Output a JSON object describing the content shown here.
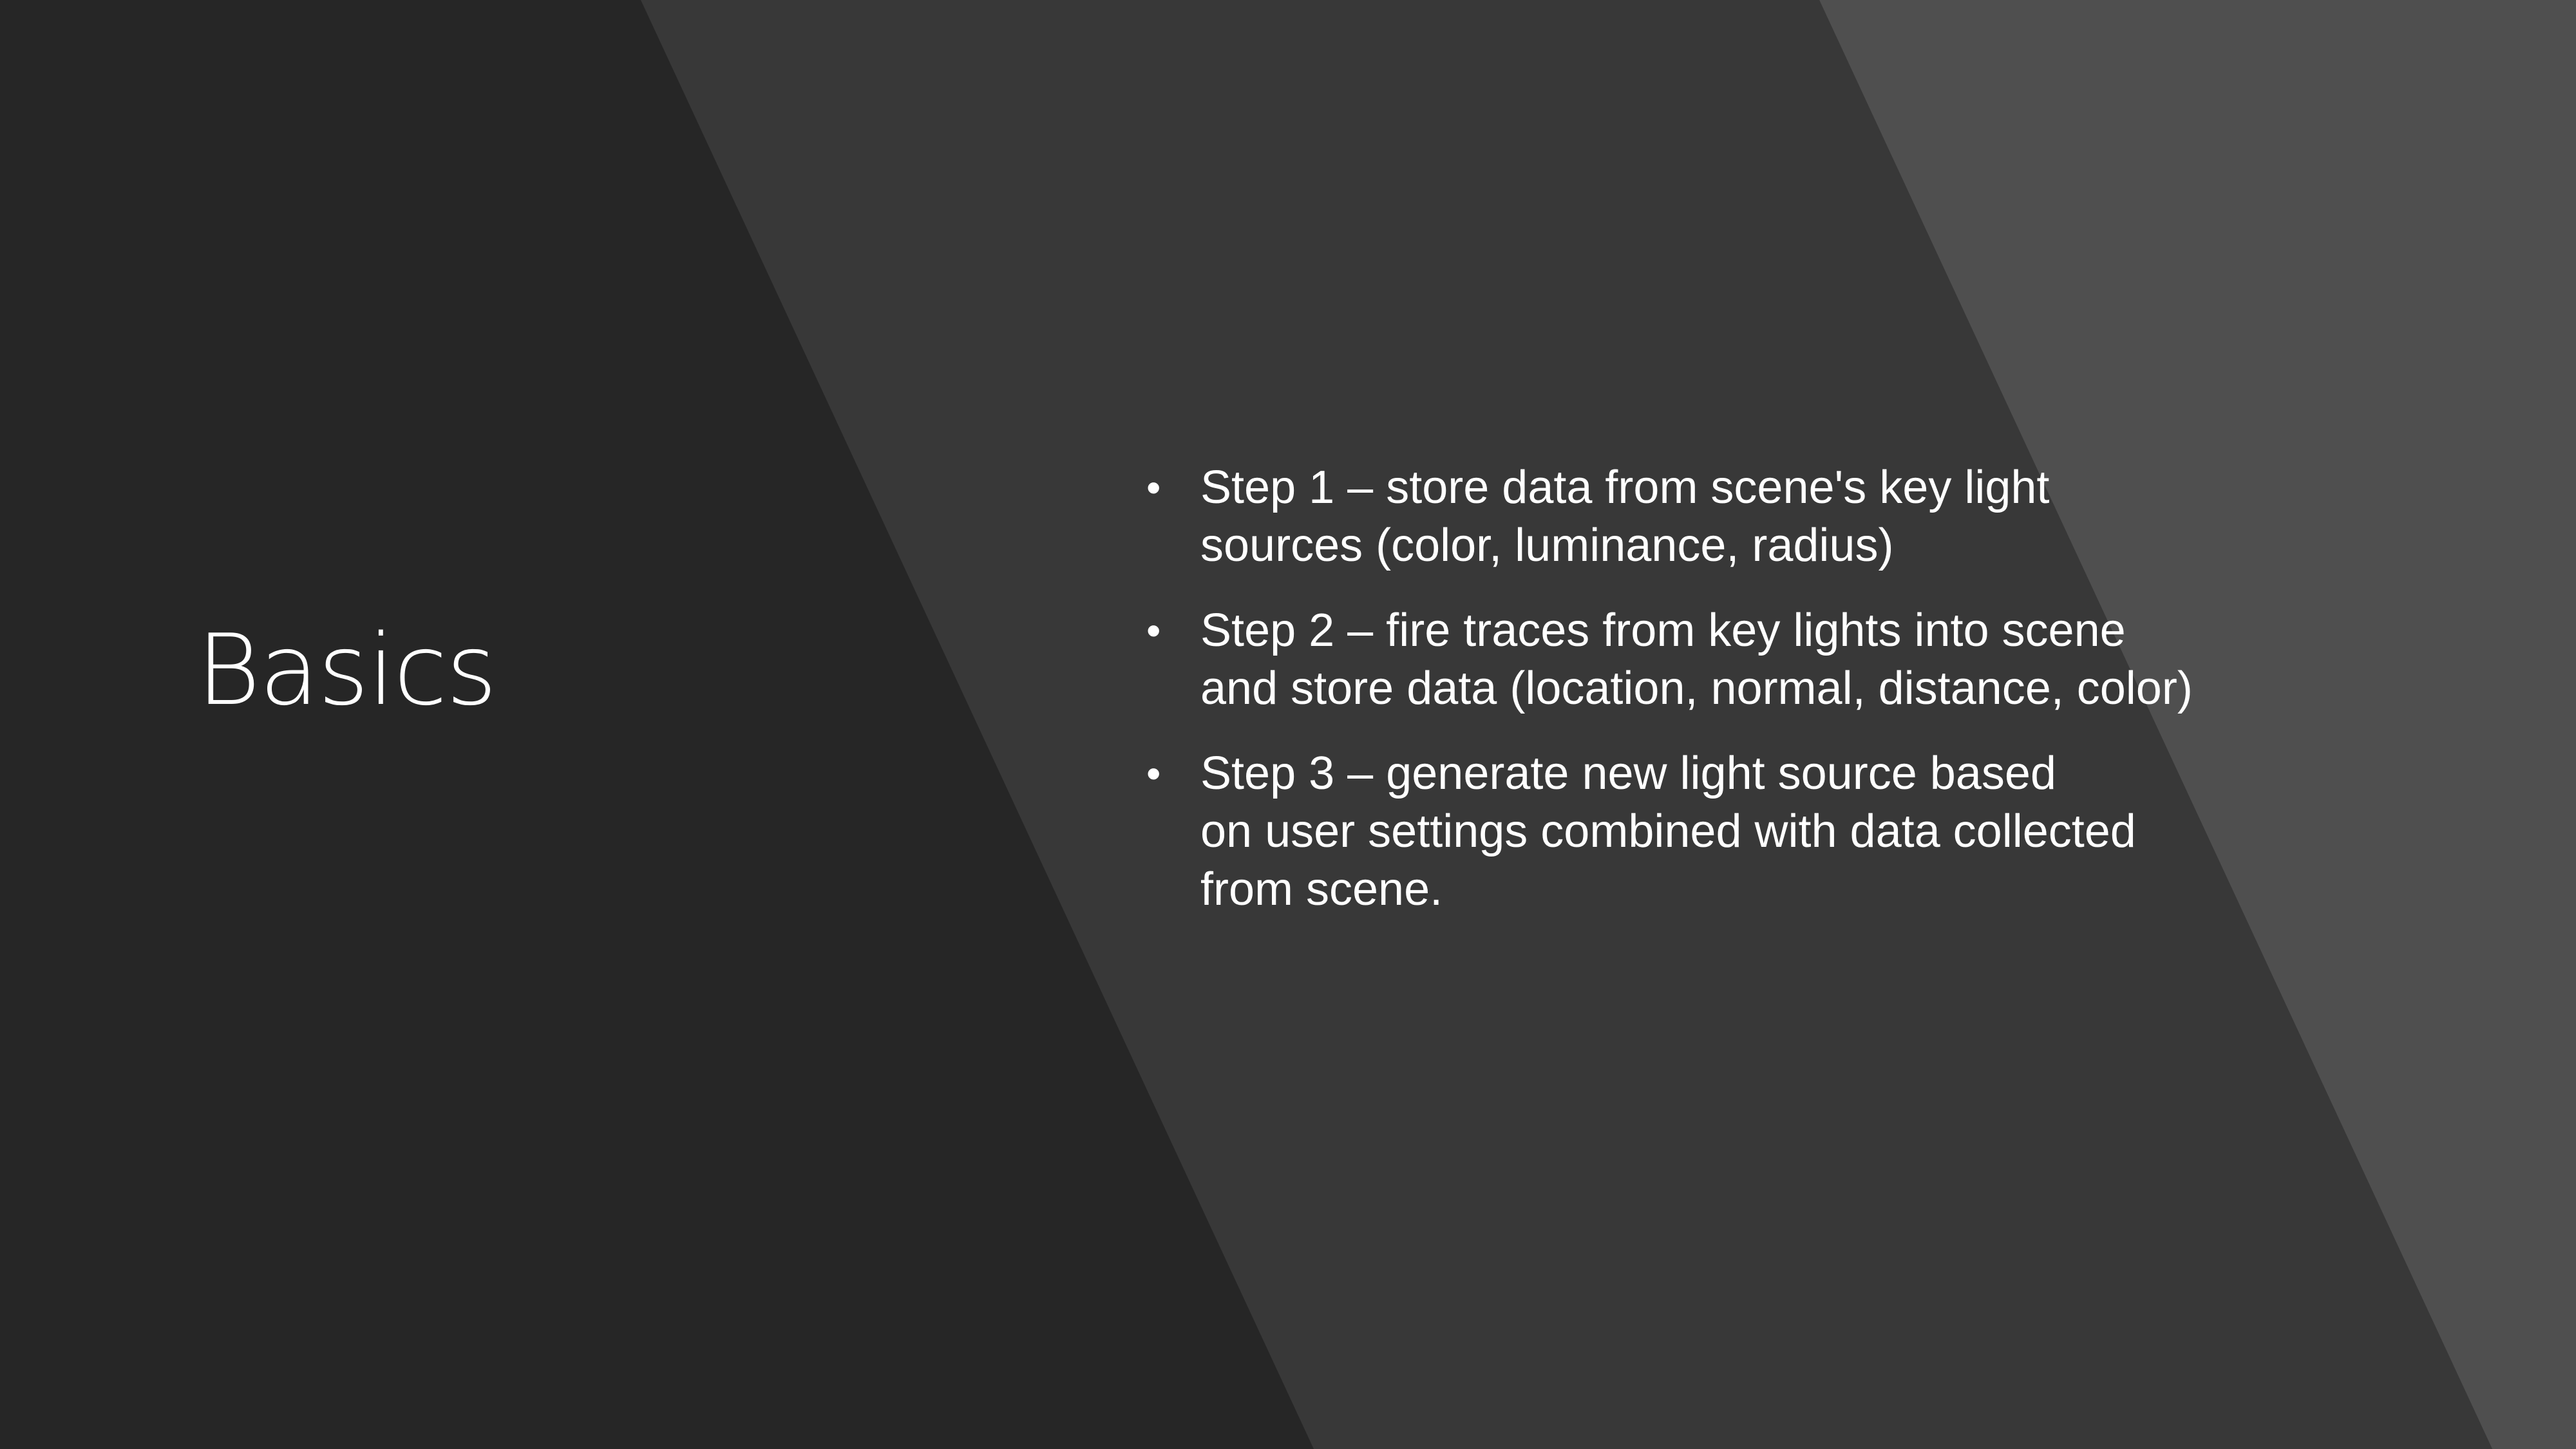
{
  "slide": {
    "title": "Basics",
    "colors": {
      "background": "#262626",
      "band_middle": "#383838",
      "band_right": "#4f4f4f",
      "text": "#ffffff"
    },
    "bullet_symbol": "•",
    "bullets": [
      {
        "lines": [
          "Step 1 – store data from scene's key light",
          "sources (color, luminance, radius)"
        ]
      },
      {
        "lines": [
          "Step 2 – fire traces from key lights into scene",
          "and store data (location, normal, distance, color)"
        ]
      },
      {
        "lines": [
          "Step 3 – generate new light source based",
          "on user settings combined with data collected",
          "from scene."
        ]
      }
    ]
  }
}
